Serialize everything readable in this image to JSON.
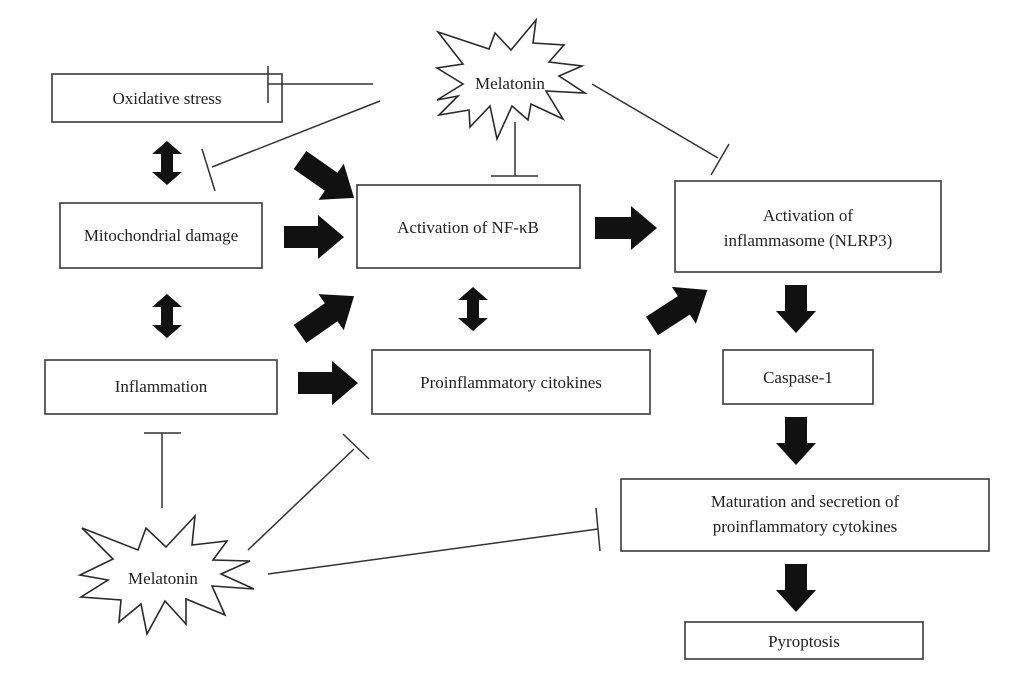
{
  "figure": {
    "type": "pathway-diagram",
    "nodes": {
      "oxidative_stress": {
        "label": "Oxidative stress"
      },
      "mitochondrial_damage": {
        "label": "Mitochondrial damage"
      },
      "inflammation": {
        "label": "Inflammation"
      },
      "nfkb": {
        "label": "Activation of NF-κB"
      },
      "proinflammatory_citokines": {
        "label": "Proinflammatory citokines"
      },
      "nlrp3": {
        "line1": "Activation of",
        "line2": "inflammasome (NLRP3)"
      },
      "caspase1": {
        "label": "Caspase-1"
      },
      "maturation": {
        "line1": "Maturation and secretion of",
        "line2": "proinflammatory cytokines"
      },
      "pyroptosis": {
        "label": "Pyroptosis"
      }
    },
    "inhibitors": {
      "melatonin_top": {
        "label": "Melatonin"
      },
      "melatonin_bottom": {
        "label": "Melatonin"
      }
    },
    "edges": [
      {
        "from": "oxidative_stress",
        "to": "mitochondrial_damage",
        "kind": "bidirectional"
      },
      {
        "from": "mitochondrial_damage",
        "to": "inflammation",
        "kind": "bidirectional"
      },
      {
        "from": "oxidative_stress",
        "to": "nfkb",
        "kind": "activates"
      },
      {
        "from": "mitochondrial_damage",
        "to": "nfkb",
        "kind": "activates"
      },
      {
        "from": "inflammation",
        "to": "nfkb",
        "kind": "activates"
      },
      {
        "from": "inflammation",
        "to": "proinflammatory_citokines",
        "kind": "activates"
      },
      {
        "from": "nfkb",
        "to": "proinflammatory_citokines",
        "kind": "bidirectional"
      },
      {
        "from": "nfkb",
        "to": "nlrp3",
        "kind": "activates"
      },
      {
        "from": "proinflammatory_citokines",
        "to": "nlrp3",
        "kind": "activates"
      },
      {
        "from": "nlrp3",
        "to": "caspase1",
        "kind": "activates"
      },
      {
        "from": "caspase1",
        "to": "maturation",
        "kind": "activates"
      },
      {
        "from": "maturation",
        "to": "pyroptosis",
        "kind": "activates"
      },
      {
        "from": "melatonin_top",
        "to": "oxidative_stress",
        "kind": "inhibits"
      },
      {
        "from": "melatonin_top",
        "to": "mitochondrial_damage",
        "kind": "inhibits"
      },
      {
        "from": "melatonin_top",
        "to": "nfkb",
        "kind": "inhibits"
      },
      {
        "from": "melatonin_top",
        "to": "nlrp3",
        "kind": "inhibits"
      },
      {
        "from": "melatonin_bottom",
        "to": "inflammation",
        "kind": "inhibits"
      },
      {
        "from": "melatonin_bottom",
        "to": "proinflammatory_citokines",
        "kind": "inhibits"
      },
      {
        "from": "melatonin_bottom",
        "to": "maturation",
        "kind": "inhibits"
      }
    ]
  }
}
